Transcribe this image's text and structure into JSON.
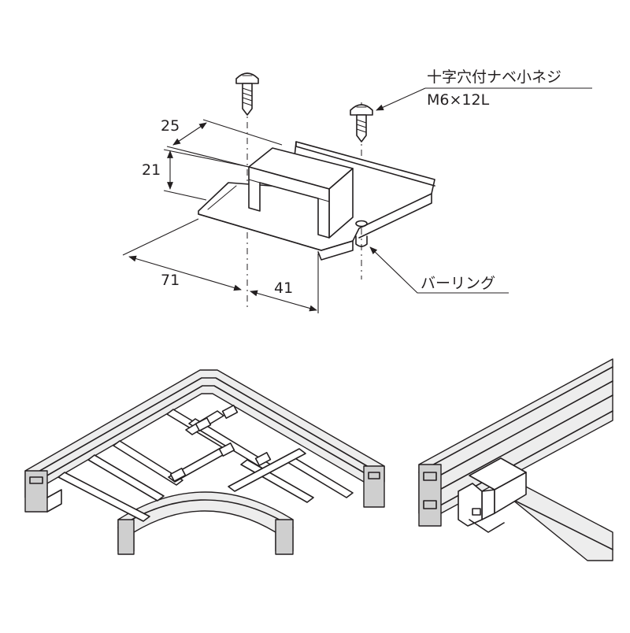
{
  "labels": {
    "screw_name": "十字穴付ナベ小ネジ",
    "screw_size": "M6×12L",
    "burring": "バーリング"
  },
  "dimensions": {
    "depth": "25",
    "height": "21",
    "length": "71",
    "offset": "41"
  },
  "colors": {
    "line": "#231f20",
    "background": "#ffffff"
  }
}
